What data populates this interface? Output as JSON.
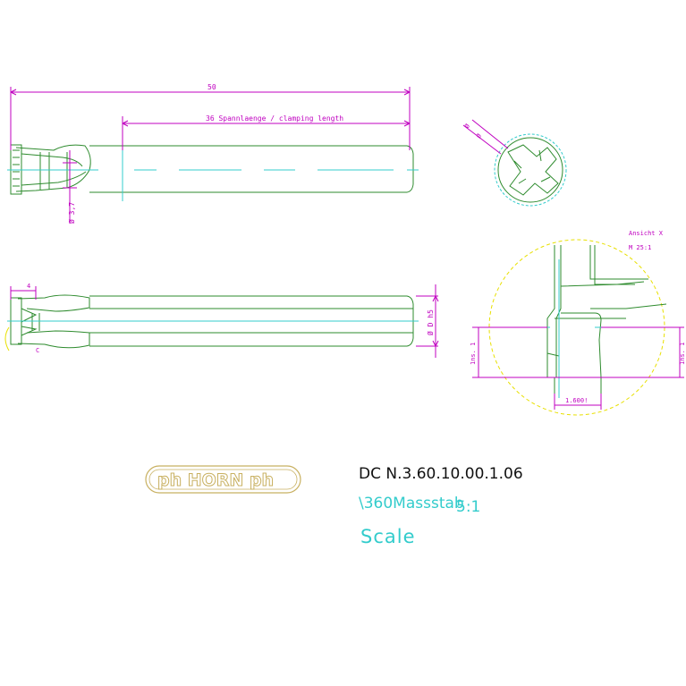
{
  "dimensions": {
    "overall_length": "50",
    "clamping_length": "36  Spannlaenge / clamping length",
    "dia_a": "Ø  3,7",
    "chamfer": "4",
    "dia_b": "Ø  D  h5",
    "angle_a": "Ø",
    "angle_b": "Ø",
    "corner": "C",
    "pitch_left": "1ns. 1",
    "pitch_right": "1ns. 1",
    "bottom_dim": "1.600!"
  },
  "detail": {
    "title": "Ansicht  X",
    "scale": "M  25:1"
  },
  "logo": {
    "text": "ph HORN ph"
  },
  "title_block": {
    "drawing_number": "DC N.3.60.10.00.1.06",
    "scale_line": "\\360Massstab",
    "scale_value": "5:1",
    "scale_label": "Scale"
  },
  "colors": {
    "geometry": "#2e8b2e",
    "dimension": "#c000c0",
    "centerline": "#33cccc",
    "hidden": "#e8e000",
    "logo": "#c8b060"
  }
}
